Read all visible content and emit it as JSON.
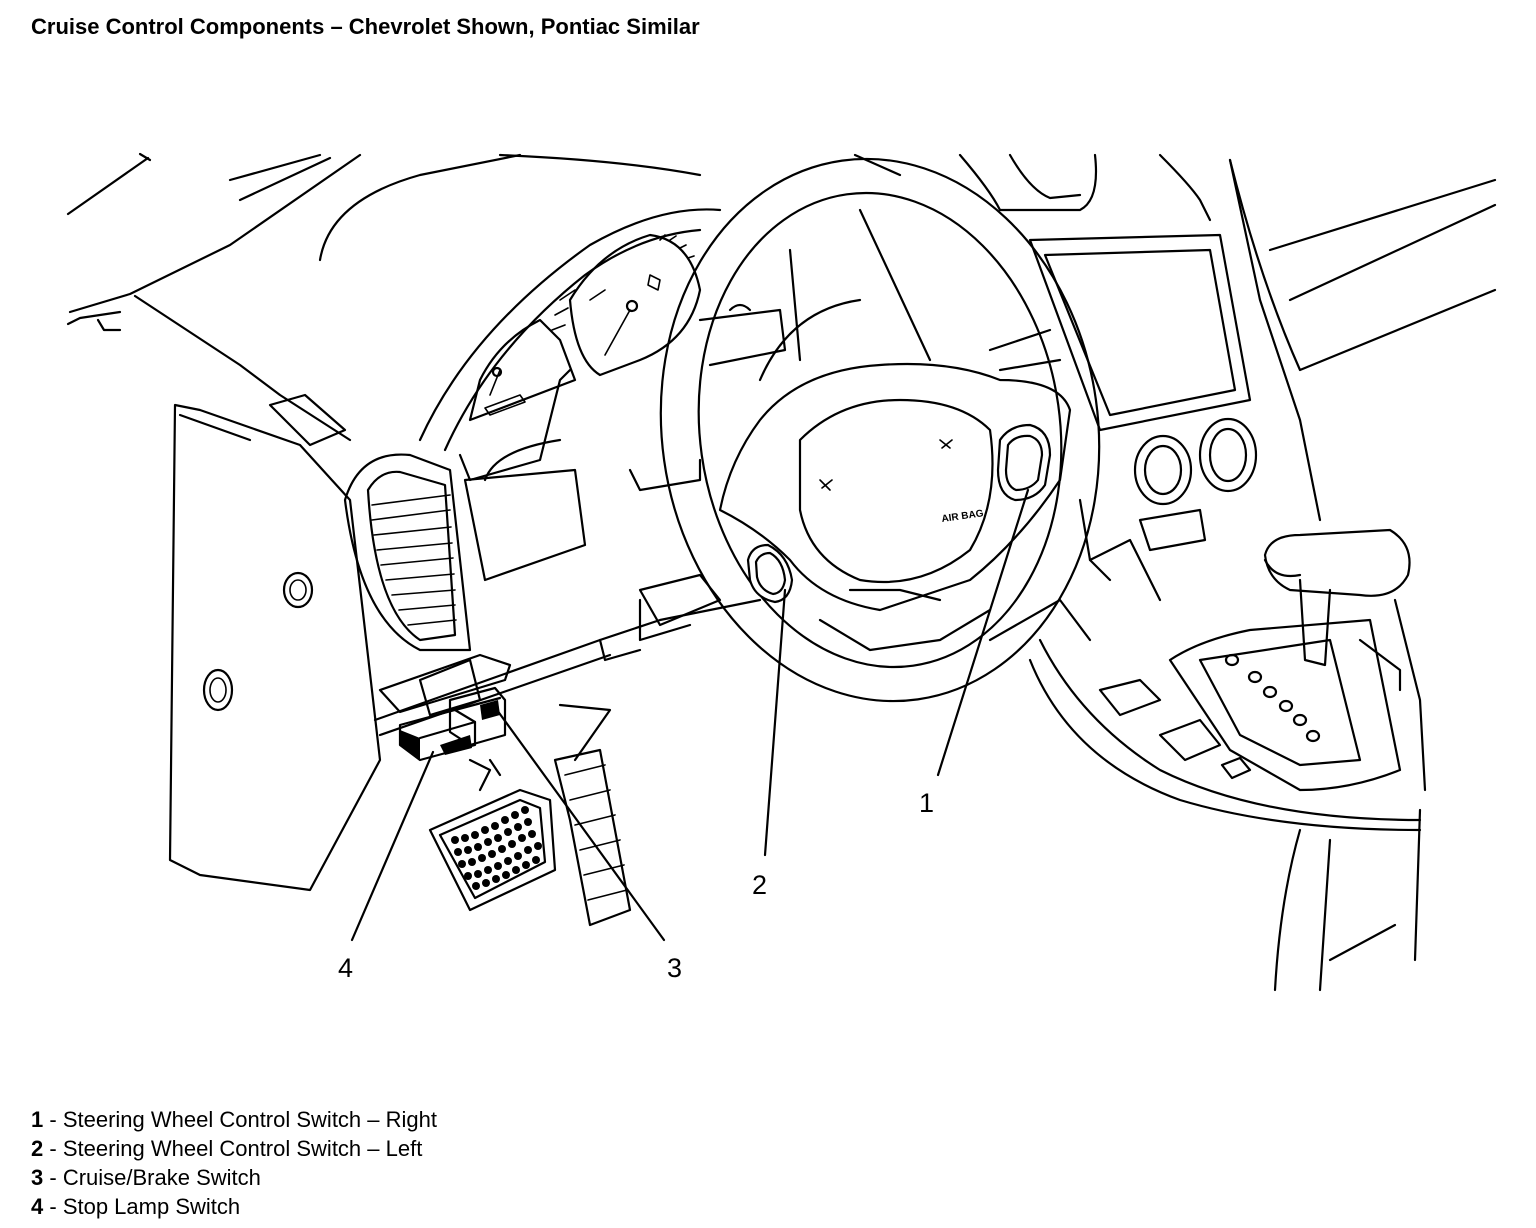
{
  "title": "Cruise Control Components – Chevrolet Shown, Pontiac Similar",
  "callouts": [
    {
      "number": "1"
    },
    {
      "number": "2"
    },
    {
      "number": "3"
    },
    {
      "number": "4"
    }
  ],
  "airbag_label": "AIR BAG",
  "legend": [
    {
      "number": "1",
      "separator": " - ",
      "text": "Steering Wheel Control Switch – Right"
    },
    {
      "number": "2",
      "separator": " - ",
      "text": "Steering Wheel Control Switch – Left"
    },
    {
      "number": "3",
      "separator": " - ",
      "text": "Cruise/Brake Switch"
    },
    {
      "number": "4",
      "separator": " - ",
      "text": "Stop Lamp Switch"
    }
  ]
}
